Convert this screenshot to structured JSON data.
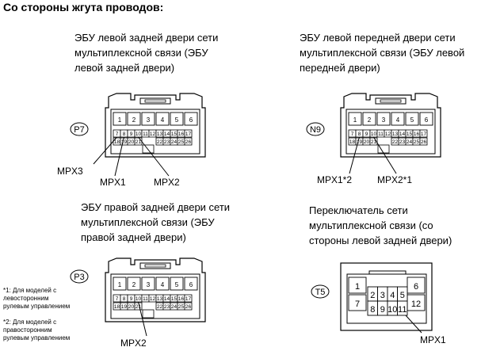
{
  "header": {
    "title": "Со стороны жгута проводов:"
  },
  "connectors": [
    {
      "code": "P7",
      "caption": [
        "ЭБУ левой задней двери сети",
        "мультиплексной связи (ЭБУ",
        "левой задней двери)"
      ],
      "leads": [
        {
          "label": "MPX3",
          "pin": "7"
        },
        {
          "label": "MPX1",
          "pin": "8"
        },
        {
          "label": "MPX2",
          "pin": "10"
        }
      ]
    },
    {
      "code": "N9",
      "caption": [
        "ЭБУ левой передней двери сети",
        "мультиплексной связи (ЭБУ левой",
        "передней двери)"
      ],
      "leads": [
        {
          "label": "MPX1*2",
          "pin": "8"
        },
        {
          "label": "MPX2*1",
          "pin": "10"
        }
      ]
    },
    {
      "code": "P3",
      "caption": [
        "ЭБУ правой задней двери сети",
        "мультиплексной связи (ЭБУ",
        "правой задней двери)"
      ],
      "leads": [
        {
          "label": "MPX2",
          "pin": "10"
        }
      ]
    },
    {
      "code": "T5",
      "caption": [
        "Переключатель сети",
        "мультиплексной связи (со",
        "стороны левой задней двери)"
      ],
      "leads": [
        {
          "label": "MPX1",
          "pin": "11"
        }
      ]
    }
  ],
  "ecu_pins": {
    "top": [
      "1",
      "2",
      "3",
      "4",
      "5",
      "6"
    ],
    "mid_left": [
      "7",
      "8",
      "9",
      "10",
      "11",
      "12",
      "13"
    ],
    "mid_right": [
      "14",
      "15",
      "16",
      "17"
    ],
    "bot_left": [
      "18",
      "19",
      "20",
      "21"
    ],
    "bot_right": [
      "22",
      "23",
      "24",
      "25",
      "26"
    ]
  },
  "switch_pins": [
    "1",
    "2",
    "3",
    "4",
    "5",
    "6",
    "7",
    "8",
    "9",
    "10",
    "11",
    "12"
  ],
  "footnotes": [
    [
      "*1: Для моделей с",
      "левосторонним",
      "рулевым управлением"
    ],
    [
      "*2: Для моделей с",
      "правосторонним",
      "рулевым управлением"
    ]
  ]
}
